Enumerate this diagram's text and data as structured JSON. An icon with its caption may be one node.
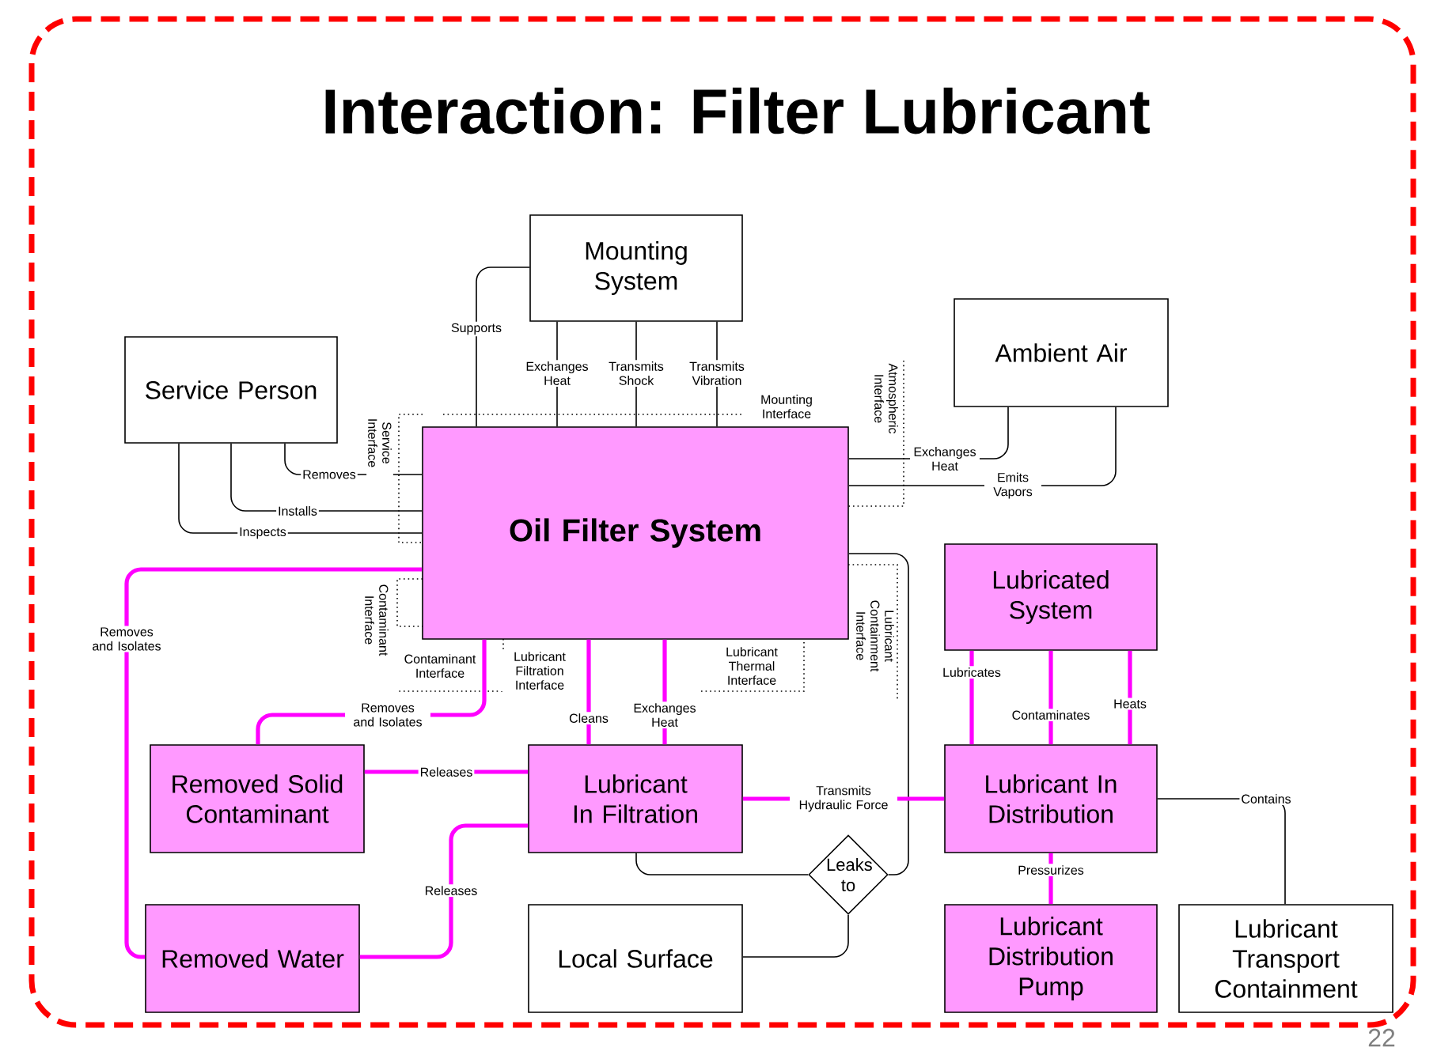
{
  "diagram": {
    "title": "Interaction: Filter Lubricant",
    "nodes": [
      {
        "text": [
          "Oil Filter System"
        ]
      },
      {
        "text": [
          "Mounting System"
        ]
      },
      {
        "text": [
          "Service Person"
        ]
      },
      {
        "text": [
          "Ambient Air"
        ]
      },
      {
        "text": [
          "Lubricated System"
        ]
      },
      {
        "text": [
          "Removed Solid Contaminant"
        ]
      },
      {
        "text": [
          "Lubricant In Filtration"
        ]
      },
      {
        "text": [
          "Lubricant In Distribution"
        ]
      },
      {
        "text": [
          "Leaks to"
        ]
      },
      {
        "text": [
          "Removed Water"
        ]
      },
      {
        "text": [
          "Local Surface"
        ]
      },
      {
        "text": [
          "Lubricant Distribution Pump"
        ]
      },
      {
        "text": [
          "Lubricant Transport Containment"
        ]
      }
    ],
    "edges": [
      {
        "from": 1,
        "to": 0,
        "arrow": "none",
        "label": "Supports"
      },
      {
        "from": 1,
        "to": 0,
        "arrow": "none",
        "label": "Exchanges Heat"
      },
      {
        "from": 1,
        "to": 0,
        "arrow": "none",
        "label": "Transmits Shock"
      },
      {
        "from": 1,
        "to": 0,
        "arrow": "none",
        "label": "Transmits Vibration"
      },
      {
        "from": 2,
        "to": 0,
        "arrow": "none",
        "label": "Removes"
      },
      {
        "from": 2,
        "to": 0,
        "arrow": "none",
        "label": "Installs"
      },
      {
        "from": 2,
        "to": 0,
        "arrow": "none",
        "label": "Inspects"
      },
      {
        "from": 3,
        "to": 0,
        "arrow": "none",
        "label": "Exchanges Heat"
      },
      {
        "from": 3,
        "to": 0,
        "arrow": "none",
        "label": "Emits Vapors"
      },
      {
        "from": 0,
        "to": 8,
        "arrow": "none"
      },
      {
        "from": 6,
        "to": 8,
        "arrow": "none"
      },
      {
        "from": 8,
        "to": 10,
        "arrow": "none"
      },
      {
        "from": 0,
        "to": 9,
        "arrow": "none",
        "label": "Removes and Isolates",
        "style": "thick",
        "color": "#ff00ff"
      },
      {
        "from": 0,
        "to": 5,
        "arrow": "none",
        "label": "Removes and Isolates",
        "style": "thick",
        "color": "#ff00ff"
      },
      {
        "from": 0,
        "to": 6,
        "arrow": "none",
        "label": "Cleans",
        "style": "thick",
        "color": "#ff00ff"
      },
      {
        "from": 0,
        "to": 6,
        "arrow": "none",
        "label": "Exchanges Heat",
        "style": "thick",
        "color": "#ff00ff"
      },
      {
        "from": 6,
        "to": 5,
        "arrow": "none",
        "label": "Releases",
        "style": "thick",
        "color": "#ff00ff"
      },
      {
        "from": 6,
        "to": 9,
        "arrow": "none",
        "label": "Releases",
        "style": "thick",
        "color": "#ff00ff"
      },
      {
        "from": 6,
        "to": 7,
        "arrow": "none",
        "label": "Transmits Hydraulic Force",
        "style": "thick",
        "color": "#ff00ff"
      },
      {
        "from": 4,
        "to": 7,
        "arrow": "none",
        "label": "Lubricates",
        "style": "thick",
        "color": "#ff00ff"
      },
      {
        "from": 4,
        "to": 7,
        "arrow": "none",
        "label": "Contaminates",
        "style": "thick",
        "color": "#ff00ff"
      },
      {
        "from": 4,
        "to": 7,
        "arrow": "none",
        "label": "Heats",
        "style": "thick",
        "color": "#ff00ff"
      },
      {
        "from": 7,
        "to": 11,
        "arrow": "none",
        "label": "Pressurizes",
        "style": "thick",
        "color": "#ff00ff"
      },
      {
        "from": 7,
        "to": 12,
        "arrow": "none",
        "label": "Contains"
      }
    ],
    "labels": [
      "Mounting Interface",
      "Atmospheric Interface",
      "Service Interface",
      "Contaminant Interface",
      "Lubricant Containment Interface",
      "Contaminant Interface",
      "Lubricant Filtration Interface",
      "Lubricant Thermal Interface",
      "22"
    ]
  }
}
